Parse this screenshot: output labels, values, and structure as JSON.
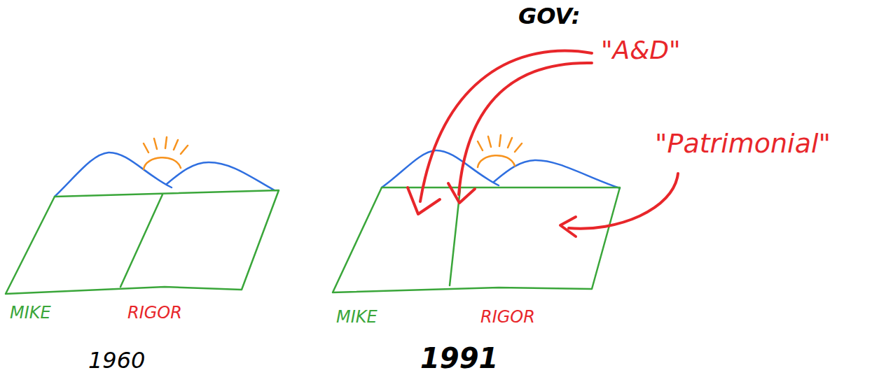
{
  "diagram": {
    "labels": [
      "GOV:",
      "\"A&D\"",
      "\"Patrimonial\"",
      "MIKE",
      "RIGOR",
      "MIKE",
      "RIGOR",
      "1960",
      "1991"
    ]
  }
}
